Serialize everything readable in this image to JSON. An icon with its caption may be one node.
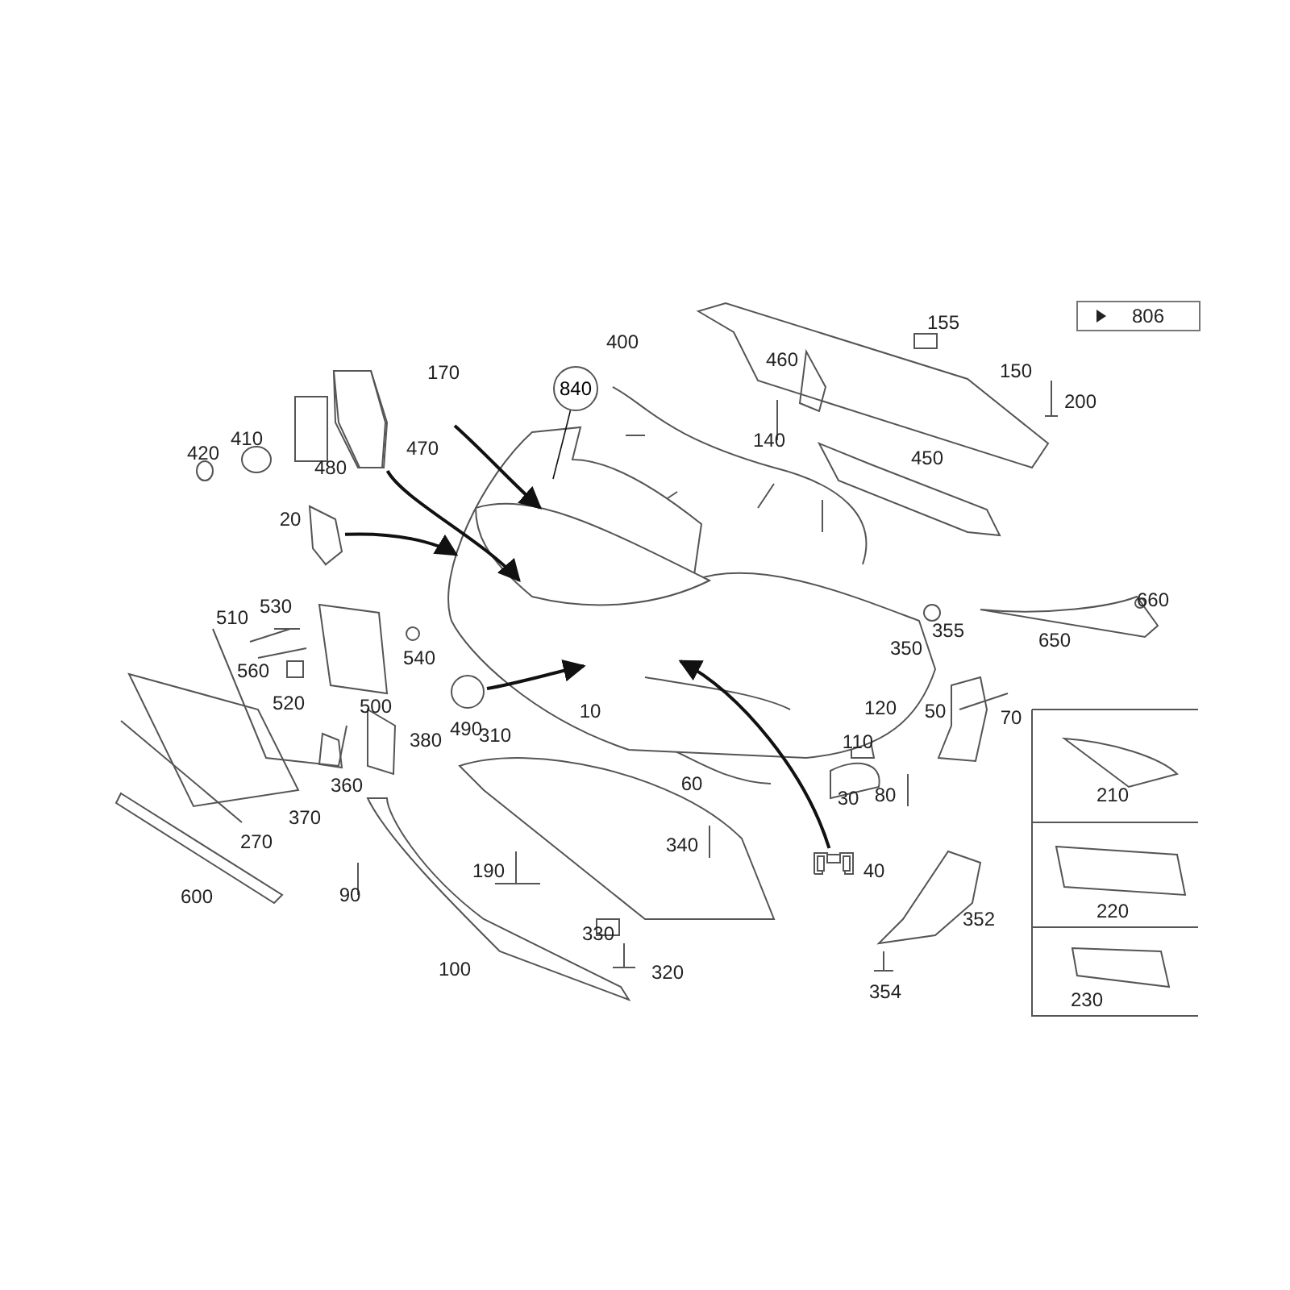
{
  "diagram": {
    "nodes": [
      {
        "text": [],
        "shape": "picture"
      },
      {
        "text": [],
        "shape": "picture"
      },
      {
        "text": [],
        "shape": "picture"
      },
      {
        "text": [],
        "shape": "picture"
      },
      {
        "text": [],
        "shape": "picture"
      },
      {
        "text": [
          "840"
        ]
      }
    ],
    "edges": [
      {
        "from": 1,
        "to": 0,
        "arrow": "to"
      },
      {
        "from": 2,
        "to": 0,
        "arrow": "to"
      },
      {
        "from": null,
        "to": 0,
        "arrow": "to"
      },
      {
        "from": 3,
        "to": 0,
        "arrow": "to"
      },
      {
        "from": 4,
        "to": 0,
        "arrow": "to"
      },
      {
        "from": 5,
        "to": 0,
        "arrow": "none"
      }
    ],
    "labels": [
      "806",
      "155",
      "400",
      "460",
      "170",
      "150",
      "200",
      "410",
      "420",
      "480",
      "470",
      "140",
      "450",
      "20",
      "660",
      "530",
      "510",
      "355",
      "540",
      "560",
      "350",
      "650",
      "520",
      "500",
      "490",
      "120",
      "50",
      "70",
      "10",
      "380",
      "310",
      "110",
      "360",
      "60",
      "210",
      "30",
      "80",
      "370",
      "270",
      "340",
      "190",
      "40",
      "90",
      "600",
      "352",
      "220",
      "330",
      "320",
      "100",
      "354",
      "230"
    ]
  }
}
